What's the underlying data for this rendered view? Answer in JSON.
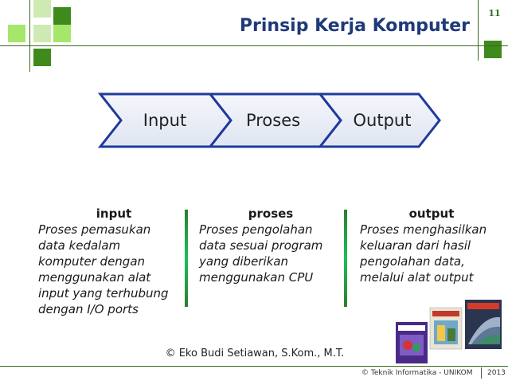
{
  "page": {
    "number": "11",
    "title": "Prinsip Kerja Komputer"
  },
  "colors": {
    "accent_green": "#3a6a1c",
    "title_blue": "#1f3a7a",
    "arrow_border": "#1f3a9a"
  },
  "flow": {
    "steps": [
      {
        "label": "Input"
      },
      {
        "label": "Proses"
      },
      {
        "label": "Output"
      }
    ]
  },
  "columns": [
    {
      "heading": "input",
      "lines": [
        "Proses pemasukan",
        "data kedalam",
        "komputer dengan",
        "menggunakan alat",
        "input yang terhubung",
        "dengan I/O ports"
      ]
    },
    {
      "heading": "proses",
      "lines": [
        "Proses pengolahan",
        "data sesuai program",
        "yang diberikan",
        "menggunakan CPU"
      ]
    },
    {
      "heading": "output",
      "lines": [
        "Proses menghasilkan",
        "keluaran dari hasil",
        "pengolahan data,",
        "melalui alat output"
      ]
    }
  ],
  "author": "© Eko Budi Setiawan, S.Kom., M.T.",
  "footer": {
    "org": "© Teknik Informatika - UNIKOM",
    "year": "2013"
  },
  "book_covers": [
    "book-cover-icon",
    "book-cover-icon",
    "book-cover-icon"
  ]
}
